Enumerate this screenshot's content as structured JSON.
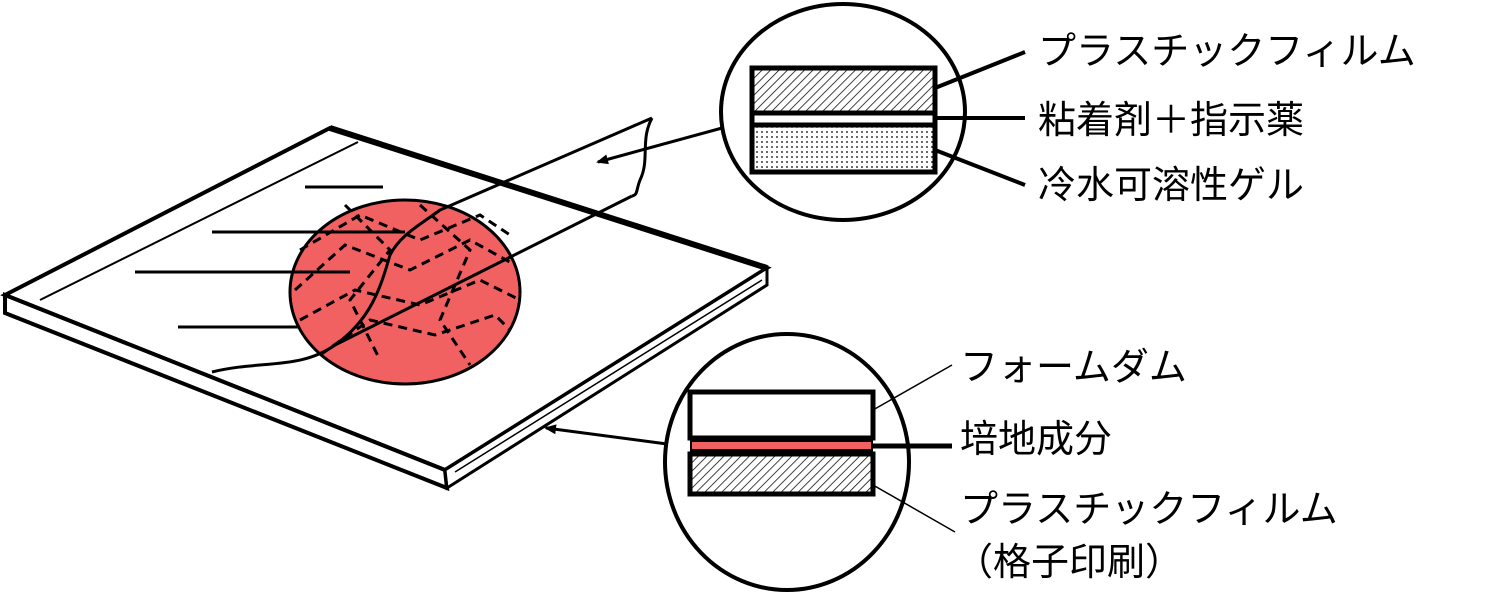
{
  "colors": {
    "medium": "#f26161",
    "line": "#000000",
    "background": "#ffffff"
  },
  "top_callout": {
    "labels": [
      "プラスチックフィルム",
      "粘着剤＋指示薬",
      "冷水可溶性ゲル"
    ]
  },
  "bottom_callout": {
    "labels": [
      "フォームダム",
      "培地成分",
      "プラスチックフィルム",
      "（格子印刷）"
    ]
  }
}
